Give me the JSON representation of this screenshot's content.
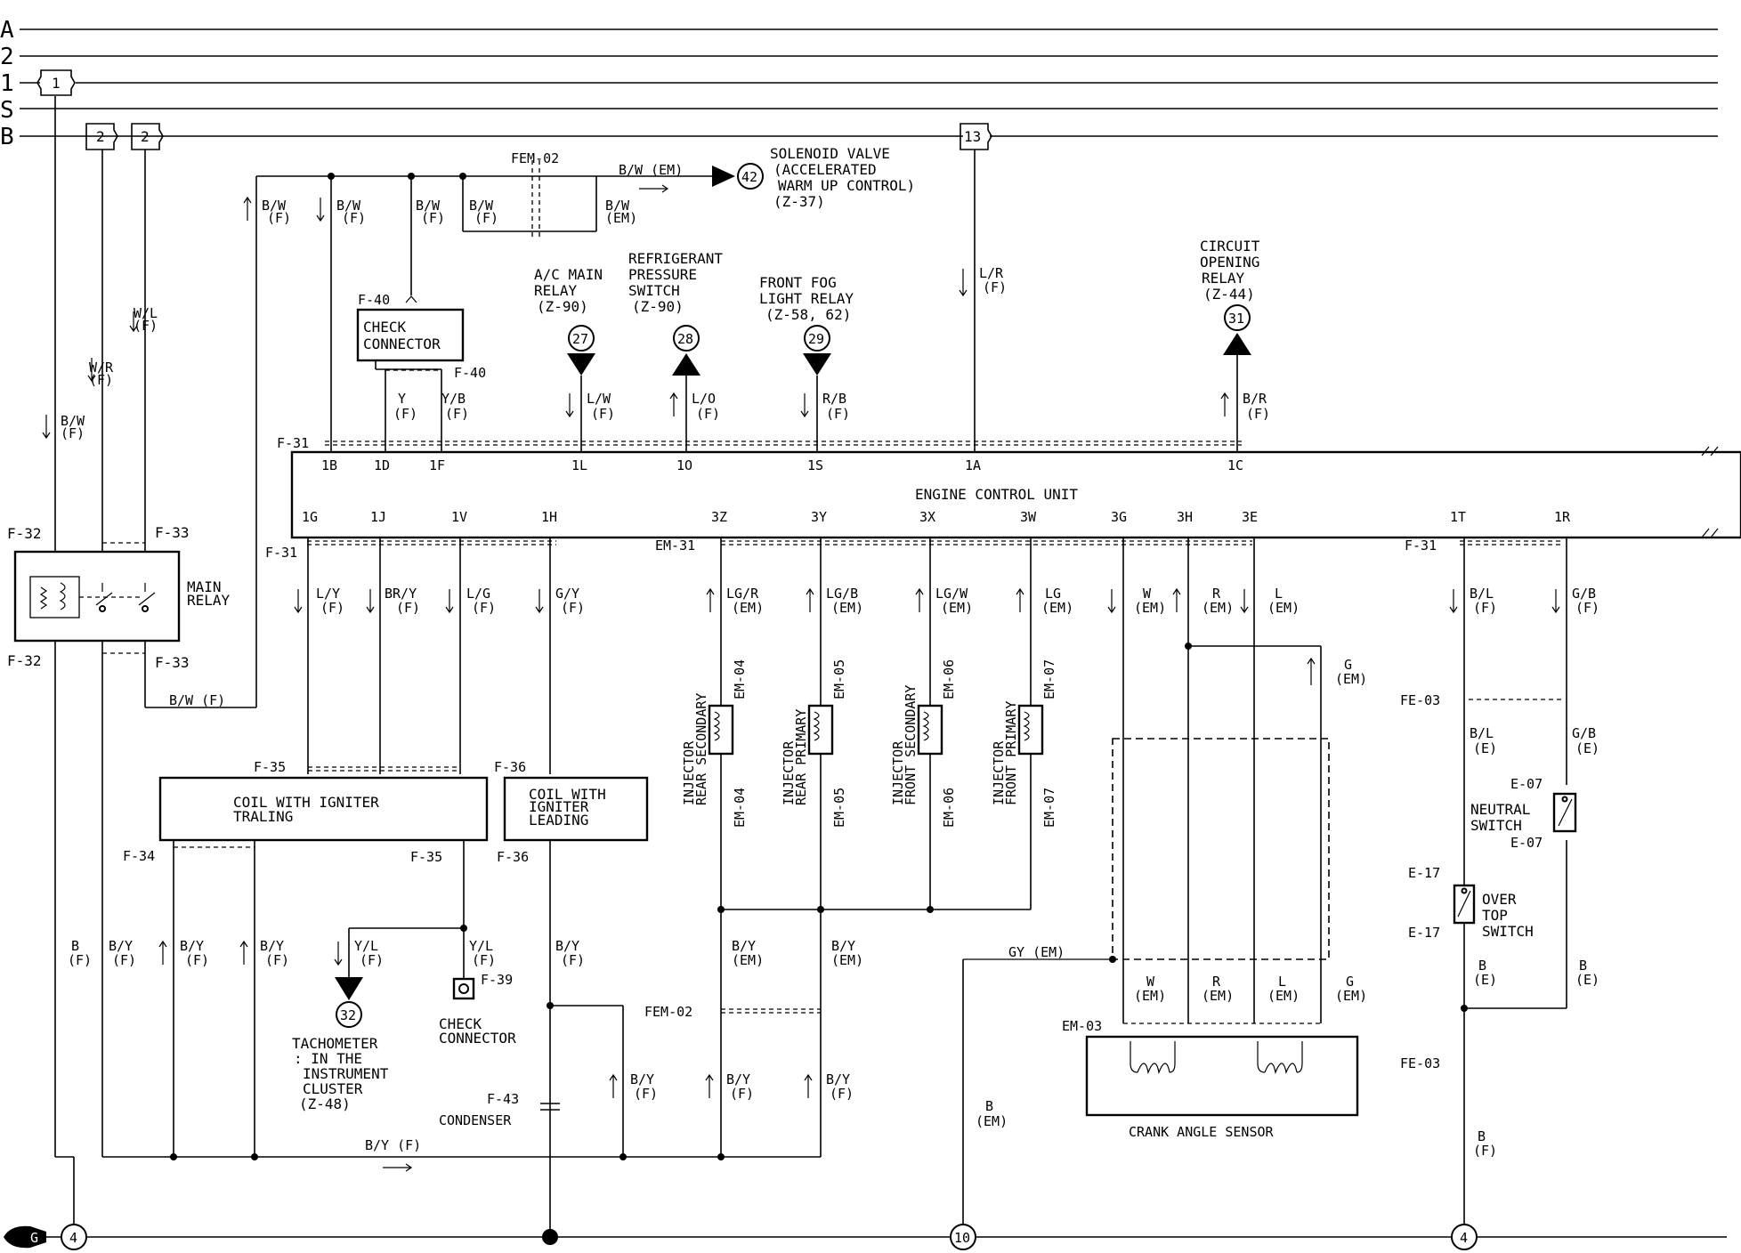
{
  "bus_lines": [
    "A",
    "2",
    "1",
    "S",
    "B"
  ],
  "fuse_tags": {
    "bus1": "1",
    "busB_a": "2",
    "busB_b": "2",
    "bus13": "13"
  },
  "fem02_top": "FEM-02",
  "solenoid": {
    "wire": "B/W (EM)",
    "num": "42",
    "l1": "SOLENOID VALVE",
    "l2": "(ACCELERATED",
    "l3": "WARM UP CONTROL)",
    "l4": "(Z-37)"
  },
  "top_wires": {
    "bw1": "B/W",
    "f1": "(F)",
    "bw2": "B/W",
    "f2": "(F)",
    "bw3": "B/W",
    "f3": "(F)",
    "bw4": "B/W",
    "f4": "(F)",
    "bw5": "B/W",
    "em5": "(EM)",
    "wl": "W/L",
    "wlf": "(F)",
    "wr": "W/R",
    "wrf": "(F)",
    "bwl": "B/W",
    "bwlf": "(F)",
    "lr": "L/R",
    "lrf": "(F)"
  },
  "check_connector_top": {
    "l1": "CHECK",
    "l2": "CONNECTOR",
    "f40a": "F-40",
    "f40b": "F-40",
    "y": "Y",
    "yf": "(F)",
    "yb": "Y/B",
    "ybf": "(F)"
  },
  "acmain": {
    "l1": "A/C MAIN",
    "l2": "RELAY",
    "l3": "(Z-90)",
    "num": "27",
    "wire": "L/W",
    "f": "(F)"
  },
  "refrig": {
    "l1": "REFRIGERANT",
    "l2": "PRESSURE",
    "l3": "SWITCH",
    "l4": "(Z-90)",
    "num": "28",
    "wire": "L/O",
    "f": "(F)"
  },
  "fog": {
    "l1": "FRONT FOG",
    "l2": "LIGHT RELAY",
    "l3": "(Z-58, 62)",
    "num": "29",
    "wire": "R/B",
    "f": "(F)"
  },
  "cor": {
    "l1": "CIRCUIT",
    "l2": "OPENING",
    "l3": "RELAY",
    "l4": "(Z-44)",
    "num": "31",
    "wire": "B/R",
    "f": "(F)"
  },
  "ecu": {
    "title": "ENGINE CONTROL UNIT",
    "top_pins": [
      "1B",
      "1D",
      "1F",
      "1L",
      "1O",
      "1S",
      "1A",
      "1C"
    ],
    "bottom_pins": [
      "1G",
      "1J",
      "1V",
      "1H",
      "3Z",
      "3Y",
      "3X",
      "3W",
      "3G",
      "3H",
      "3E",
      "1T",
      "1R"
    ],
    "f31a": "F-31",
    "f31b": "F-31",
    "em31": "EM-31",
    "f31c": "F-31"
  },
  "main_relay": {
    "l1": "MAIN",
    "l2": "RELAY",
    "f32a": "F-32",
    "f32b": "F-32",
    "f33a": "F-33",
    "f33b": "F-33",
    "bwf": "B/W (F)"
  },
  "ecu_wires": {
    "ly": "L/Y",
    "lyf": "(F)",
    "bry": "BR/Y",
    "bryf": "(F)",
    "lg": "L/G",
    "lgf": "(F)",
    "gy": "G/Y",
    "gyf": "(F)",
    "lgr": "LG/R",
    "lgre": "(EM)",
    "lgb": "LG/B",
    "lgbe": "(EM)",
    "lgw": "LG/W",
    "lgwe": "(EM)",
    "lgx": "LG",
    "lgxe": "(EM)",
    "ww": "W",
    "wwe": "(EM)",
    "rr": "R",
    "rre": "(EM)",
    "ll": "L",
    "lle": "(EM)",
    "bl": "B/L",
    "blf": "(F)",
    "gb": "G/B",
    "gbf": "(F)"
  },
  "injectors": [
    {
      "code": "EM-04",
      "l1": "INJECTOR",
      "l2": "REAR SECONDARY"
    },
    {
      "code": "EM-05",
      "l1": "INJECTOR",
      "l2": "REAR PRIMARY"
    },
    {
      "code": "EM-06",
      "l1": "INJECTOR",
      "l2": "FRONT SECONDARY"
    },
    {
      "code": "EM-07",
      "l1": "INJECTOR",
      "l2": "FRONT PRIMARY"
    }
  ],
  "coil_trailing": {
    "l1": "COIL WITH IGNITER",
    "l2": "TRALING",
    "f35a": "F-35",
    "f35b": "F-35",
    "f34": "F-34"
  },
  "coil_leading": {
    "l1": "COIL WITH",
    "l2": "IGNITER",
    "l3": "LEADING",
    "f36a": "F-36",
    "f36b": "F-36"
  },
  "lower_wires": {
    "b1": "B",
    "b1f": "(F)",
    "by1": "B/Y",
    "by1f": "(F)",
    "by2": "B/Y",
    "by2f": "(F)",
    "by3": "B/Y",
    "by3f": "(F)",
    "yl1": "Y/L",
    "yl1f": "(F)",
    "yl2": "Y/L",
    "yl2f": "(F)",
    "by4": "B/Y",
    "by4f": "(F)",
    "bye1": "B/Y",
    "bye1e": "(EM)",
    "bye2": "B/Y",
    "bye2e": "(EM)",
    "byf1": "B/Y",
    "byf1f": "(F)",
    "byf2": "B/Y",
    "byf2f": "(F)",
    "byf3": "B/Y",
    "byf3f": "(F)",
    "bybus": "B/Y (F)",
    "fem02": "FEM-02",
    "f43": "F-43",
    "condenser": "CONDENSER",
    "gyem": "GY (EM)",
    "bem": "B",
    "bemf": "(EM)"
  },
  "tacho": {
    "num": "32",
    "l1": "TACHOMETER",
    "l2": ": IN THE",
    "l3": "INSTRUMENT",
    "l4": "CLUSTER",
    "l5": "(Z-48)"
  },
  "check_connector_bottom": {
    "f39": "F-39",
    "l1": "CHECK",
    "l2": "CONNECTOR"
  },
  "crank": {
    "title": "CRANK ANGLE SENSOR",
    "em03": "EM-03",
    "g": "G",
    "ge": "(EM)",
    "w": "W",
    "we": "(EM)",
    "r": "R",
    "re": "(EM)",
    "l": "L",
    "le": "(EM)",
    "g2": "G",
    "g2e": "(EM)"
  },
  "right": {
    "fe03a": "FE-03",
    "fe03b": "FE-03",
    "ble": "B/L",
    "blee": "(E)",
    "gbe": "G/B",
    "gbee": "(E)",
    "e07a": "E-07",
    "e07b": "E-07",
    "ns1": "NEUTRAL",
    "ns2": "SWITCH",
    "e17a": "E-17",
    "e17b": "E-17",
    "ot1": "OVER",
    "ot2": "TOP",
    "ot3": "SWITCH",
    "be1": "B",
    "be1e": "(E)",
    "be2": "B",
    "be2e": "(E)",
    "bf": "B",
    "bff": "(F)"
  },
  "grounds": [
    "4",
    "10",
    "4"
  ],
  "ground_symbol": "G"
}
